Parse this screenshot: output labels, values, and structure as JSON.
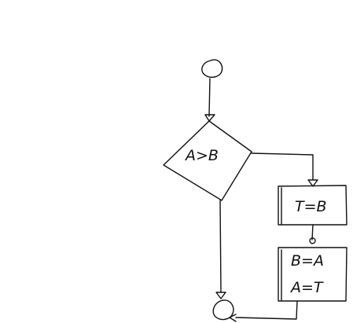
{
  "diagram": {
    "decision": {
      "text": "A>B"
    },
    "swap_step_1": {
      "text": "T=B"
    },
    "swap_step_2": {
      "line1": "B=A",
      "line2": "A=T"
    }
  },
  "colors": {
    "ink": "#111111",
    "background": "#ffffff"
  }
}
